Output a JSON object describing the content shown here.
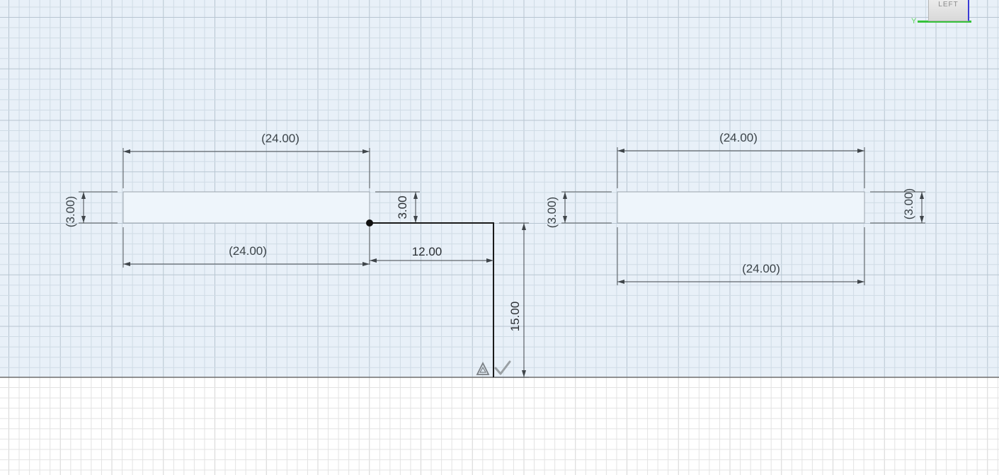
{
  "viewcube": {
    "face_label": "LEFT",
    "axis_label": "Y"
  },
  "dimensions": {
    "left_top_width": "(24.00)",
    "left_left_height": "(3.00)",
    "left_bottom_width": "(24.00)",
    "left_right_height": "3.00",
    "offset_horizontal": "12.00",
    "offset_vertical": "15.00",
    "right_top_width": "(24.00)",
    "right_left_height": "(3.00)",
    "right_right_height": "(3.00)",
    "right_bottom_width": "(24.00)"
  },
  "colors": {
    "sketch_plane": "#e8f0f8",
    "grid_minor": "#cfdbe5",
    "grid_major": "#b7c5d1",
    "ground_grid": "#e3e3e3",
    "sketch_line": "#1a1a1a",
    "ground_line": "#6e6e6e"
  }
}
